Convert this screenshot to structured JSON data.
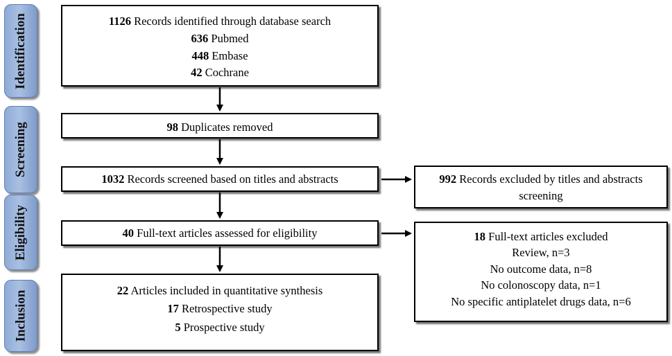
{
  "phases": [
    {
      "label": "Identification"
    },
    {
      "label": "Screening"
    },
    {
      "label": "Eligibility"
    },
    {
      "label": "Inclusion"
    }
  ],
  "identification": {
    "records": {
      "count": "1126",
      "text": " Records identified through database search"
    },
    "sources": [
      {
        "count": "636",
        "text": " Pubmed"
      },
      {
        "count": "448",
        "text": " Embase"
      },
      {
        "count": "42",
        "text": " Cochrane"
      }
    ]
  },
  "duplicates": {
    "count": "98",
    "text": " Duplicates removed"
  },
  "screened": {
    "count": "1032",
    "text": " Records screened based on titles and abstracts"
  },
  "excluded_screening": {
    "count": "992",
    "text": " Records excluded by titles and abstracts",
    "text2": "screening"
  },
  "fulltext": {
    "count": "40",
    "text": " Full-text articles assessed for eligibility"
  },
  "excluded_fulltext": {
    "count": "18",
    "text": " Full-text articles excluded",
    "reasons": [
      "Review, n=3",
      "No outcome data, n=8",
      "No colonoscopy data, n=1",
      "No specific antiplatelet drugs data, n=6"
    ]
  },
  "included": {
    "count": "22",
    "text": " Articles included in quantitative synthesis",
    "studies": [
      {
        "count": "17",
        "text": " Retrospective study"
      },
      {
        "count": "5",
        "text": " Prospective study"
      }
    ]
  }
}
